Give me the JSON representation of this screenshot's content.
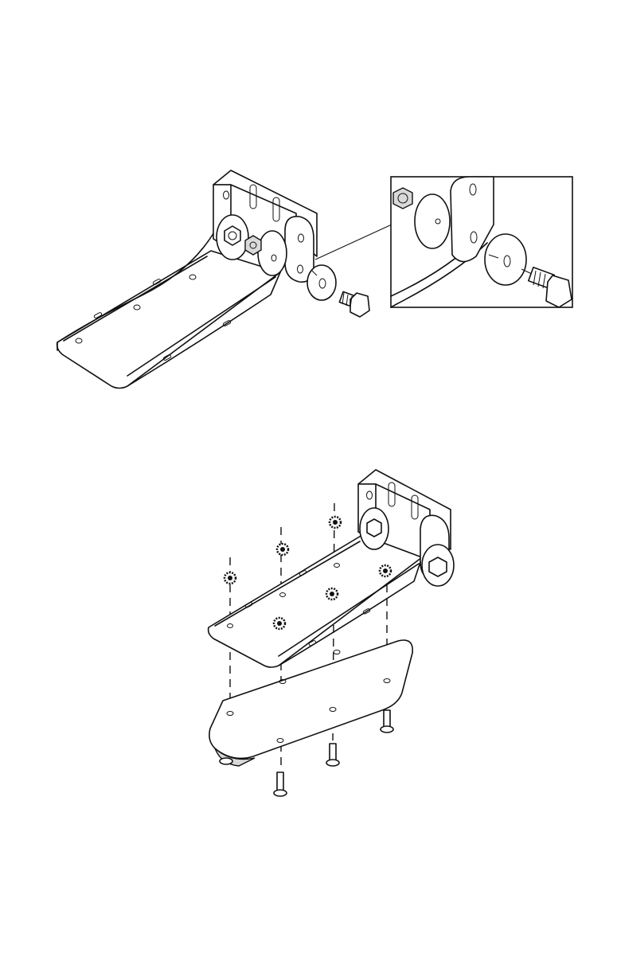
{
  "page": {
    "background": "#ffffff",
    "line_color": "#111111"
  },
  "figures": [
    {
      "name": "bracket-bolt-assembly",
      "callout": "detail-inset"
    },
    {
      "name": "mounting-plate-assembly",
      "fasteners": {
        "nuts": 6,
        "screws": 4
      }
    }
  ]
}
